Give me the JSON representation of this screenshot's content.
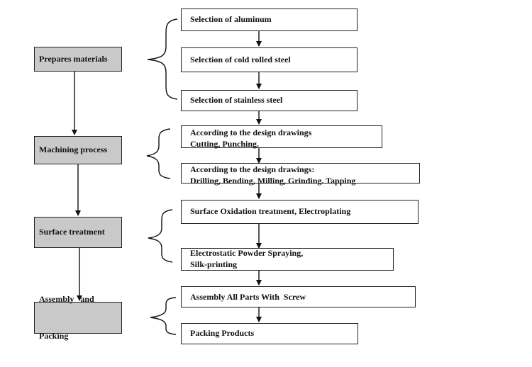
{
  "stages": [
    {
      "id": "prepare",
      "label": "Prepares materials"
    },
    {
      "id": "machining",
      "label": "Machining process"
    },
    {
      "id": "surface",
      "label": "Surface treatment"
    },
    {
      "id": "assembly",
      "label_lines": [
        "Assembly   and",
        "Packing"
      ]
    }
  ],
  "steps": [
    {
      "id": "aluminum",
      "label": "Selection of aluminum"
    },
    {
      "id": "cold_rolled",
      "label": "Selection of cold rolled steel"
    },
    {
      "id": "stainless",
      "label": "Selection of stainless steel"
    },
    {
      "id": "cutting",
      "label_lines": [
        "According to the design drawings",
        "Cutting, Punching."
      ]
    },
    {
      "id": "drilling",
      "label_lines": [
        "According to the design drawings:",
        "Drilling, Bending, Milling, Grinding. Tapping"
      ]
    },
    {
      "id": "oxidation",
      "label": "Surface Oxidation treatment, Electroplating"
    },
    {
      "id": "powder",
      "label_lines": [
        "Electrostatic Powder Spraying,",
        "Silk-printing"
      ]
    },
    {
      "id": "assemble_parts",
      "label": "Assembly All Parts With  Screw"
    },
    {
      "id": "packing_products",
      "label": "Packing Products"
    }
  ]
}
